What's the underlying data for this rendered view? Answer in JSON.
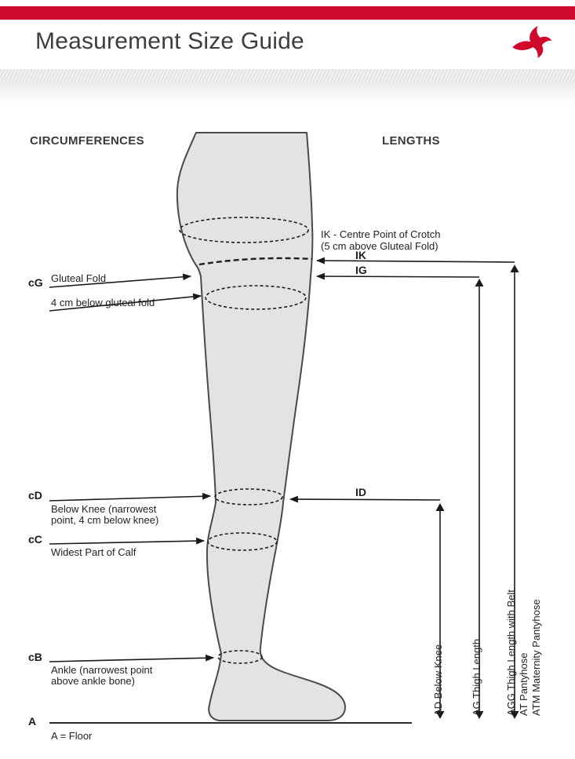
{
  "colors": {
    "accent_red": "#cf0a2c",
    "leg_fill": "#e3e3e3",
    "line": "#1a1a1a",
    "text_dark": "#3d3d3d"
  },
  "icons": {
    "logo": "swallow-bird-icon"
  },
  "header": {
    "title": "Measurement Size Guide"
  },
  "columns": {
    "circumferences": "CIRCUMFERENCES",
    "lengths": "LENGTHS"
  },
  "circumferences": {
    "cG": {
      "code": "cG",
      "line1": "Gluteal Fold",
      "line2": "4 cm below gluteal fold"
    },
    "cD": {
      "code": "cD",
      "line1": "Below Knee (narrowest",
      "line2": "point, 4 cm below knee)"
    },
    "cC": {
      "code": "cC",
      "line1": "Widest Part of Calf"
    },
    "cB": {
      "code": "cB",
      "line1": "Ankle (narrowest point",
      "line2": "above ankle bone)"
    },
    "A": {
      "code": "A",
      "line1": "A = Floor"
    }
  },
  "lengths": {
    "ik_note_line1": "IK - Centre Point of Crotch",
    "ik_note_line2": "(5 cm above Gluteal Fold)",
    "IK": "IK",
    "IG": "IG",
    "ID": "ID",
    "AD": "AD Below Knee",
    "AG": "AG Thigh Length",
    "AGG1": "AGG Thigh Length with Belt",
    "AGG2": "AT Pantyhose",
    "AGG3": "ATM Maternity Pantyhose"
  }
}
